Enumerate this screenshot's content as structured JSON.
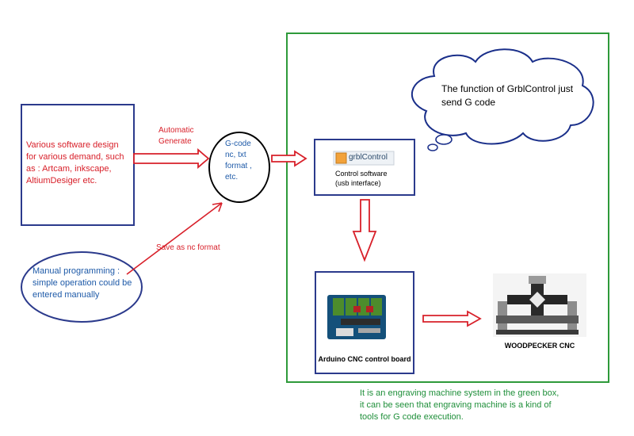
{
  "software_box": {
    "text": "Various software design for various demand, such as : Artcam, inkscape, AltiumDesiger etc."
  },
  "manual_box": {
    "text": "Manual programming : simple operation could be entered manually"
  },
  "gcode_node": {
    "text": "G-code nc, txt format , etc."
  },
  "auto_label": "Automatic Generate",
  "save_label": "Save as nc format",
  "cloud": {
    "text": "The function of GrblControl just send G code"
  },
  "control_box": {
    "logo_text": "grblControl",
    "label_line1": "Control software",
    "label_line2": "(usb interface)"
  },
  "board_box": {
    "label": "Arduino CNC control board"
  },
  "machine": {
    "label": "WOODPECKER CNC"
  },
  "caption": {
    "line1": "It is an engraving machine system in the green box,",
    "line2": "it can be seen that engraving machine is a kind of",
    "line3": "tools for G code execution."
  },
  "colors": {
    "green_frame": "#2e9a3a",
    "blue_box": "#2b3a8c",
    "arrow_red": "#d8202a",
    "text_red": "#d8202a",
    "text_blue": "#1e5aa8",
    "text_green": "#1f8f3a"
  }
}
